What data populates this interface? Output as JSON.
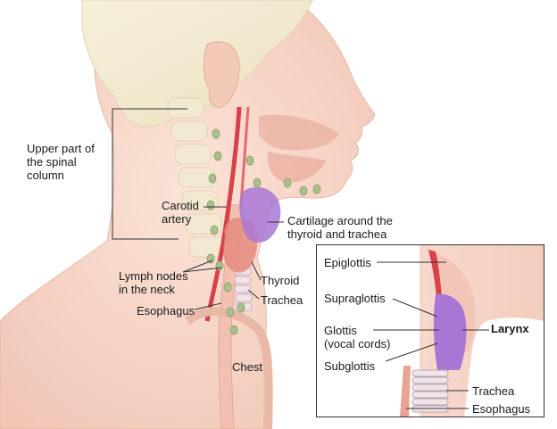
{
  "labels": {
    "spine_line1": "Upper part of",
    "spine_line2": "the spinal",
    "spine_line3": "column",
    "carotid_line1": "Carotid",
    "carotid_line2": "artery",
    "cartilage_line1": "Cartilage around the",
    "cartilage_line2": "thyroid and trachea",
    "lymph_line1": "Lymph nodes",
    "lymph_line2": "in the neck",
    "thyroid": "Thyroid",
    "trachea": "Trachea",
    "esophagus": "Esophagus",
    "chest": "Chest"
  },
  "inset": {
    "epiglottis": "Epiglottis",
    "supraglottis": "Supraglottis",
    "glottis_line1": "Glottis",
    "glottis_line2": "(vocal cords)",
    "subglottis": "Subglottis",
    "larynx": "Larynx",
    "trachea": "Trachea",
    "esophagus": "Esophagus"
  },
  "colors": {
    "skin": "#f6d6c8",
    "hair": "#f2ead2",
    "artery": "#d9414a",
    "thyroid": "#e48b7c",
    "cartilage": "#a877d6",
    "lymph_node": "#a9c08a",
    "spine": "#f0e6cf"
  }
}
